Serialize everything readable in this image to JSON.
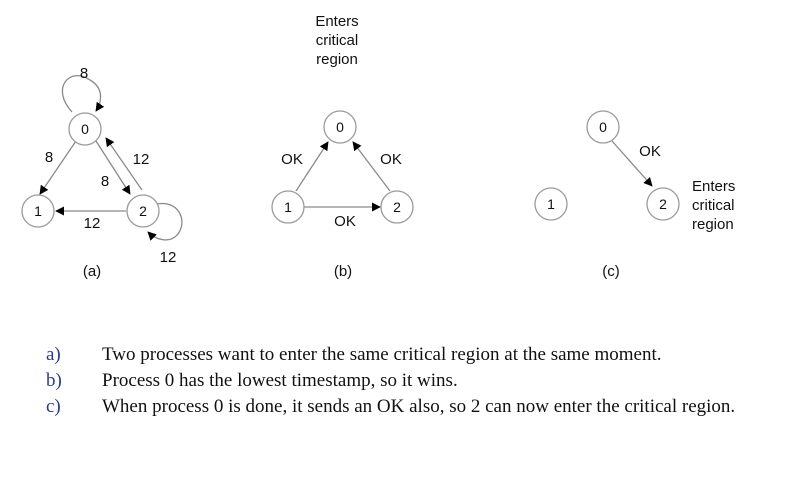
{
  "panels": {
    "a": {
      "caption": "(a)",
      "nodes": [
        "0",
        "1",
        "2"
      ],
      "edges": [
        {
          "from": "0",
          "to": "1",
          "label": "8"
        },
        {
          "from": "0",
          "to": "2",
          "label": "8"
        },
        {
          "from": "2",
          "to": "0",
          "label": "12"
        },
        {
          "from": "2",
          "to": "1",
          "label": "12"
        }
      ],
      "self_loops": [
        {
          "node": "0",
          "label": "8"
        },
        {
          "node": "2",
          "label": "12"
        }
      ]
    },
    "b": {
      "caption": "(b)",
      "nodes": [
        "0",
        "1",
        "2"
      ],
      "edges": [
        {
          "from": "1",
          "to": "0",
          "label": "OK"
        },
        {
          "from": "2",
          "to": "0",
          "label": "OK"
        },
        {
          "from": "1",
          "to": "2",
          "label": "OK"
        }
      ],
      "annotation": [
        "Enters",
        "critical",
        "region"
      ]
    },
    "c": {
      "caption": "(c)",
      "nodes": [
        "0",
        "1",
        "2"
      ],
      "edges": [
        {
          "from": "0",
          "to": "2",
          "label": "OK"
        }
      ],
      "annotation": [
        "Enters",
        "critical",
        "region"
      ]
    }
  },
  "notes": [
    {
      "marker": "a)",
      "text": "Two processes want to enter the same critical region at the same moment."
    },
    {
      "marker": "b)",
      "text": "Process 0 has the lowest timestamp, so it wins."
    },
    {
      "marker": "c)",
      "text": "When process 0 is done, it sends an OK also, so 2 can now enter the critical region."
    }
  ],
  "colors": {
    "node_fill": "#ffffff",
    "node_stroke": "#9a9a9a",
    "edge": "#8a8a8a",
    "arrowhead": "#000000",
    "marker": "#2b3a8c"
  }
}
